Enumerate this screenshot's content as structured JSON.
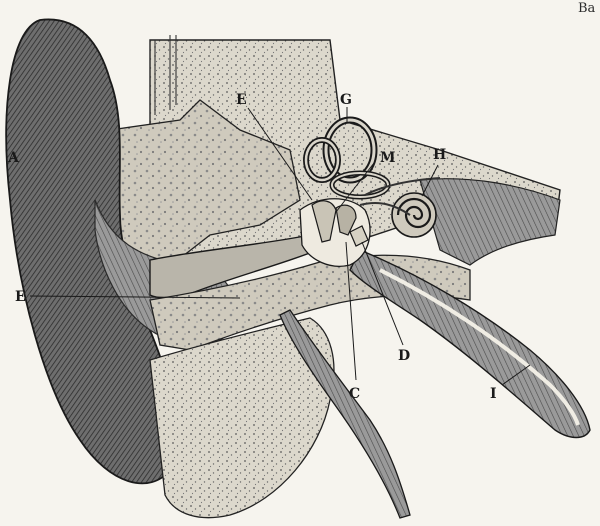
{
  "figure": {
    "labels": {
      "a": "A",
      "e_upper": "E",
      "g": "G",
      "m": "M",
      "h": "H",
      "e_left": "E",
      "c": "C",
      "d": "D",
      "i": "I",
      "top_right_fragment": "Ba"
    },
    "colors": {
      "paper": "#f6f4ee",
      "ink": "#1a1a1a",
      "shade_dark": "#4a4a4a",
      "shade_mid": "#7a7a7a",
      "bone": "#d9d5ca"
    }
  }
}
